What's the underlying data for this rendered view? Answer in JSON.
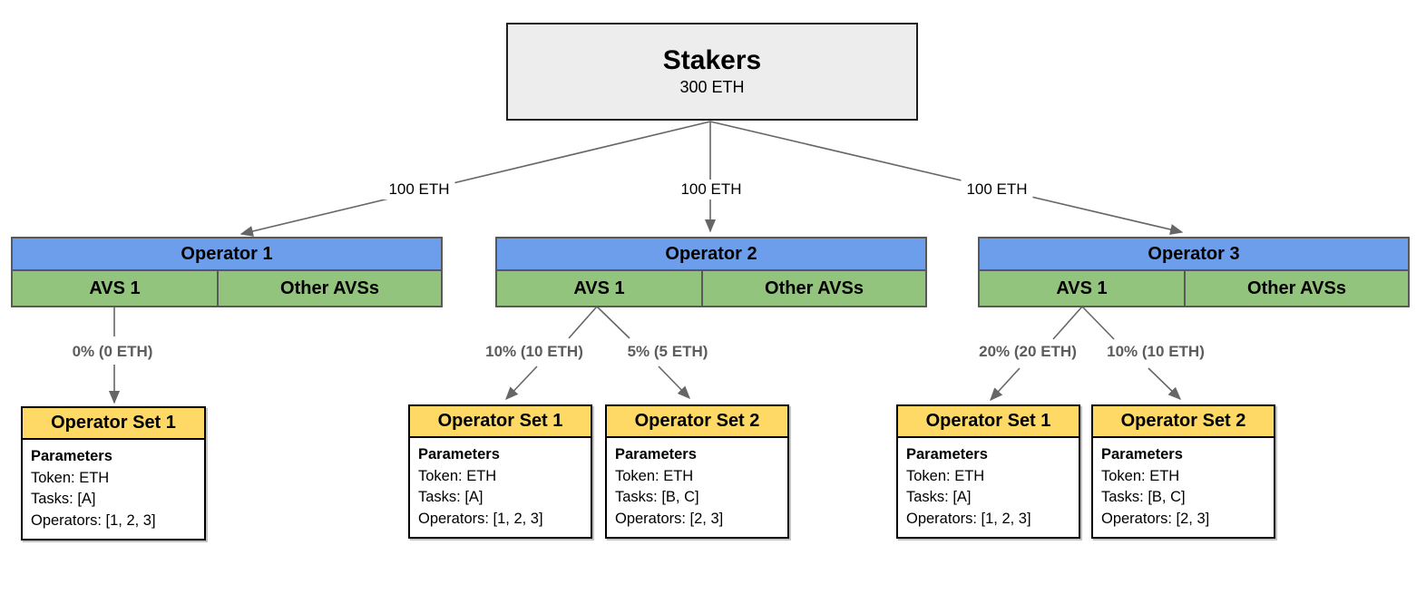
{
  "root": {
    "title": "Stakers",
    "amount": "300 ETH"
  },
  "edges": {
    "stake_labels": [
      "100 ETH",
      "100 ETH",
      "100 ETH"
    ]
  },
  "colors": {
    "operator_header_blue": "#6d9eeb",
    "avs_green": "#93c47d",
    "opset_header_yellow": "#ffd966",
    "stakers_gray": "#ededed",
    "connector_gray": "#666666",
    "alloc_label_gray": "#5c5c5c"
  },
  "operators": [
    {
      "name": "Operator 1",
      "avs_primary": "AVS 1",
      "avs_other": "Other AVSs",
      "allocations": [
        {
          "label": "0% (0 ETH)"
        }
      ],
      "operator_sets": [
        {
          "title": "Operator Set 1",
          "params_heading": "Parameters",
          "token": "Token: ETH",
          "tasks": "Tasks: [A]",
          "operators_line": "Operators: [1, 2, 3]"
        }
      ]
    },
    {
      "name": "Operator 2",
      "avs_primary": "AVS 1",
      "avs_other": "Other AVSs",
      "allocations": [
        {
          "label": "10% (10 ETH)"
        },
        {
          "label": "5% (5 ETH)"
        }
      ],
      "operator_sets": [
        {
          "title": "Operator Set 1",
          "params_heading": "Parameters",
          "token": "Token: ETH",
          "tasks": "Tasks: [A]",
          "operators_line": "Operators: [1, 2, 3]"
        },
        {
          "title": "Operator Set 2",
          "params_heading": "Parameters",
          "token": "Token: ETH",
          "tasks": "Tasks: [B, C]",
          "operators_line": "Operators: [2, 3]"
        }
      ]
    },
    {
      "name": "Operator 3",
      "avs_primary": "AVS 1",
      "avs_other": "Other AVSs",
      "allocations": [
        {
          "label": "20% (20 ETH)"
        },
        {
          "label": "10% (10 ETH)"
        }
      ],
      "operator_sets": [
        {
          "title": "Operator Set 1",
          "params_heading": "Parameters",
          "token": "Token: ETH",
          "tasks": "Tasks: [A]",
          "operators_line": "Operators: [1, 2, 3]"
        },
        {
          "title": "Operator Set 2",
          "params_heading": "Parameters",
          "token": "Token: ETH",
          "tasks": "Tasks: [B, C]",
          "operators_line": "Operators: [2, 3]"
        }
      ]
    }
  ]
}
